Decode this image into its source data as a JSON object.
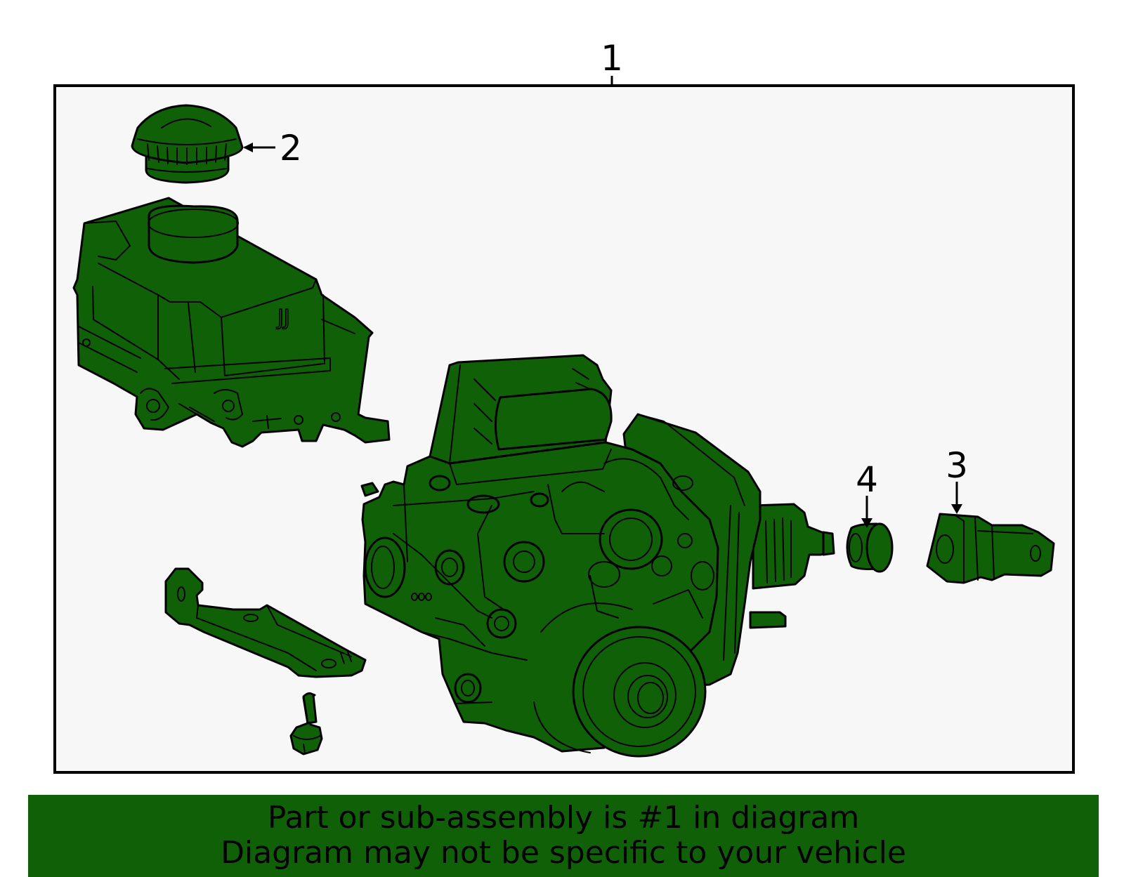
{
  "diagram": {
    "callouts": [
      {
        "id": "1",
        "label": "1"
      },
      {
        "id": "2",
        "label": "2"
      },
      {
        "id": "3",
        "label": "3"
      },
      {
        "id": "4",
        "label": "4"
      }
    ],
    "part_text": "JJ",
    "colors": {
      "part_fill": "#106008",
      "frame_background": "#f7f7f7",
      "outline": "#000000",
      "banner_fill": "#106008"
    }
  },
  "banner": {
    "line1": "Part or sub-assembly is #1 in diagram",
    "line2": "Diagram may not be specific to your vehicle"
  }
}
